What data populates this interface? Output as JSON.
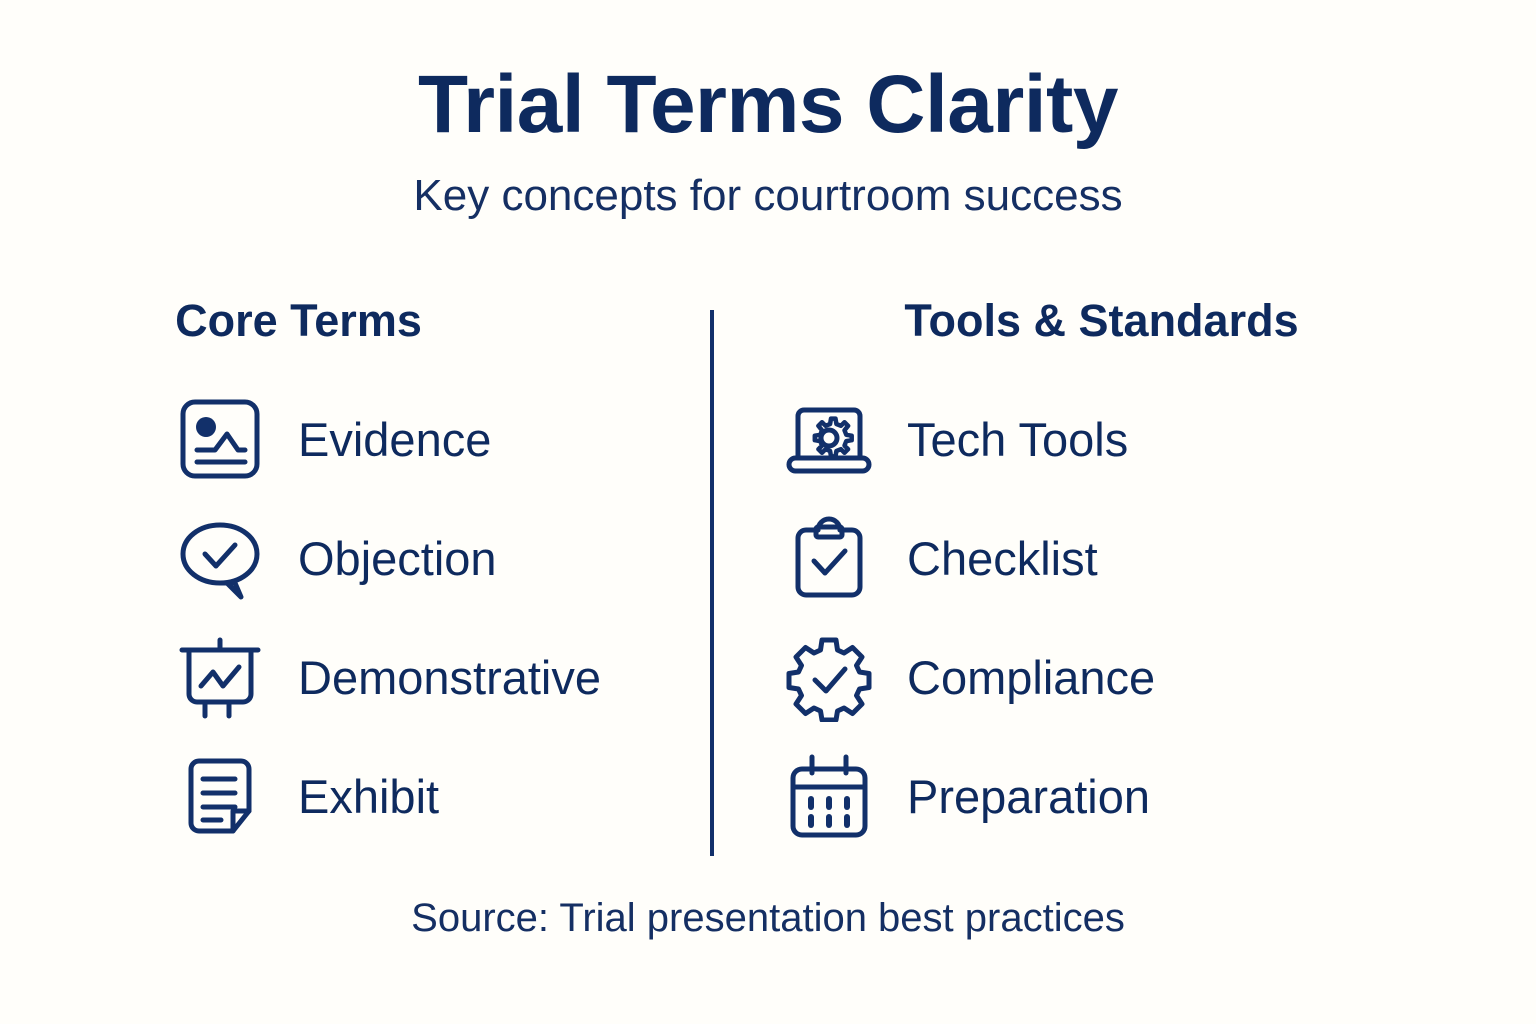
{
  "header": {
    "title": "Trial Terms Clarity",
    "subtitle": "Key concepts for courtroom success"
  },
  "colors": {
    "navy": "#0e2a5e",
    "divider": "#12306a",
    "background": "#fffefa"
  },
  "columns": [
    {
      "heading": "Core Terms",
      "items": [
        {
          "label": "Evidence",
          "icon": "image-evidence-icon"
        },
        {
          "label": "Objection",
          "icon": "speech-bubble-check-icon"
        },
        {
          "label": "Demonstrative",
          "icon": "presentation-chart-icon"
        },
        {
          "label": "Exhibit",
          "icon": "document-folded-icon"
        }
      ]
    },
    {
      "heading": "Tools & Standards",
      "items": [
        {
          "label": "Tech Tools",
          "icon": "laptop-gear-icon"
        },
        {
          "label": "Checklist",
          "icon": "clipboard-check-icon"
        },
        {
          "label": "Compliance",
          "icon": "gear-check-icon"
        },
        {
          "label": "Preparation",
          "icon": "calendar-icon"
        }
      ]
    }
  ],
  "footer": {
    "source": "Source: Trial presentation best practices"
  }
}
